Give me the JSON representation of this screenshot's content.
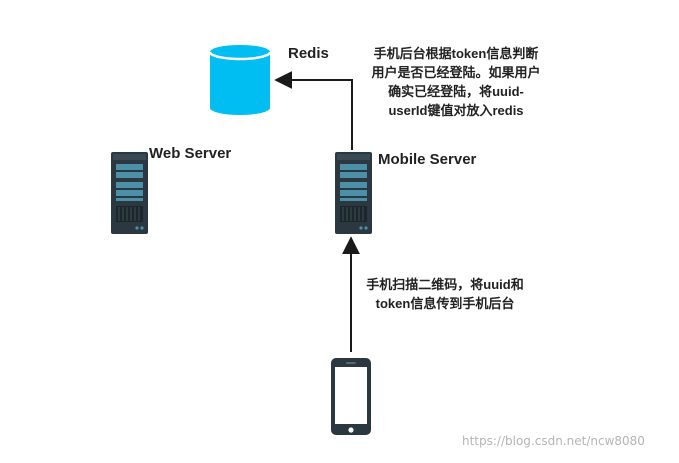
{
  "diagram": {
    "nodes": {
      "redis": {
        "label": "Redis",
        "icon": "database-cylinder-icon",
        "color": "#00bdf2"
      },
      "web_server": {
        "label": "Web Server",
        "icon": "server-rack-icon"
      },
      "mobile_server": {
        "label": "Mobile Server",
        "icon": "server-rack-icon"
      },
      "phone": {
        "icon": "smartphone-icon"
      }
    },
    "edges": [
      {
        "from": "phone",
        "to": "mobile_server",
        "label_lines": [
          "手机扫描二维码，将uuid和",
          "token信息传到手机后台"
        ]
      },
      {
        "from": "mobile_server",
        "to": "redis",
        "label_lines": [
          "手机后台根据token信息判断",
          "用户是否已经登陆。如果用户",
          "确实已经登陆，将uuid-",
          "userId键值对放入redis"
        ]
      }
    ],
    "colors": {
      "server_body": "#2b3840",
      "server_slot": "#4a90a8",
      "arrow": "#1a1a1a",
      "text": "#222222"
    }
  },
  "watermark": "https://blog.csdn.net/ncw8080"
}
